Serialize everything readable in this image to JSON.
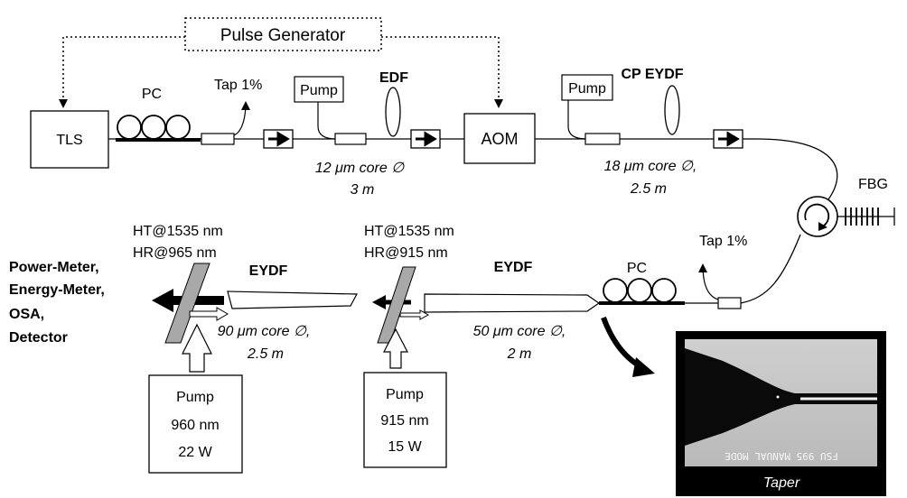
{
  "labels": {
    "pulse_generator": "Pulse Generator",
    "tls": "TLS",
    "pc_top": "PC",
    "tap_top": "Tap 1%",
    "pump_edf": "Pump",
    "edf": "EDF",
    "aom": "AOM",
    "pump_cp": "Pump",
    "cp_eydf": "CP EYDF",
    "edf_core": "12 μm core ∅",
    "edf_len": "3 m",
    "cp_core": "18 μm core ∅,",
    "cp_len": "2.5 m",
    "fbg": "FBG",
    "tap_bottom": "Tap 1%",
    "pc_bottom": "PC",
    "ht_left": "HT@1535 nm",
    "hr_left": "HR@965 nm",
    "ht_right": "HT@1535 nm",
    "hr_right": "HR@915 nm",
    "eydf_left": "EYDF",
    "eydf_right": "EYDF",
    "output_1": "Power-Meter,",
    "output_2": "Energy-Meter,",
    "output_3": "OSA,",
    "output_4": "Detector",
    "eydf90_core": "90 μm core ∅,",
    "eydf90_len": "2.5 m",
    "eydf50_core": "50 μm core ∅,",
    "eydf50_len": "2 m",
    "pump960_1": "Pump",
    "pump960_2": "960 nm",
    "pump960_3": "22 W",
    "pump915_1": "Pump",
    "pump915_2": "915 nm",
    "pump915_3": "15 W",
    "taper_overlay": "FSU 995 MANUAL MODE",
    "taper_caption": "Taper"
  }
}
